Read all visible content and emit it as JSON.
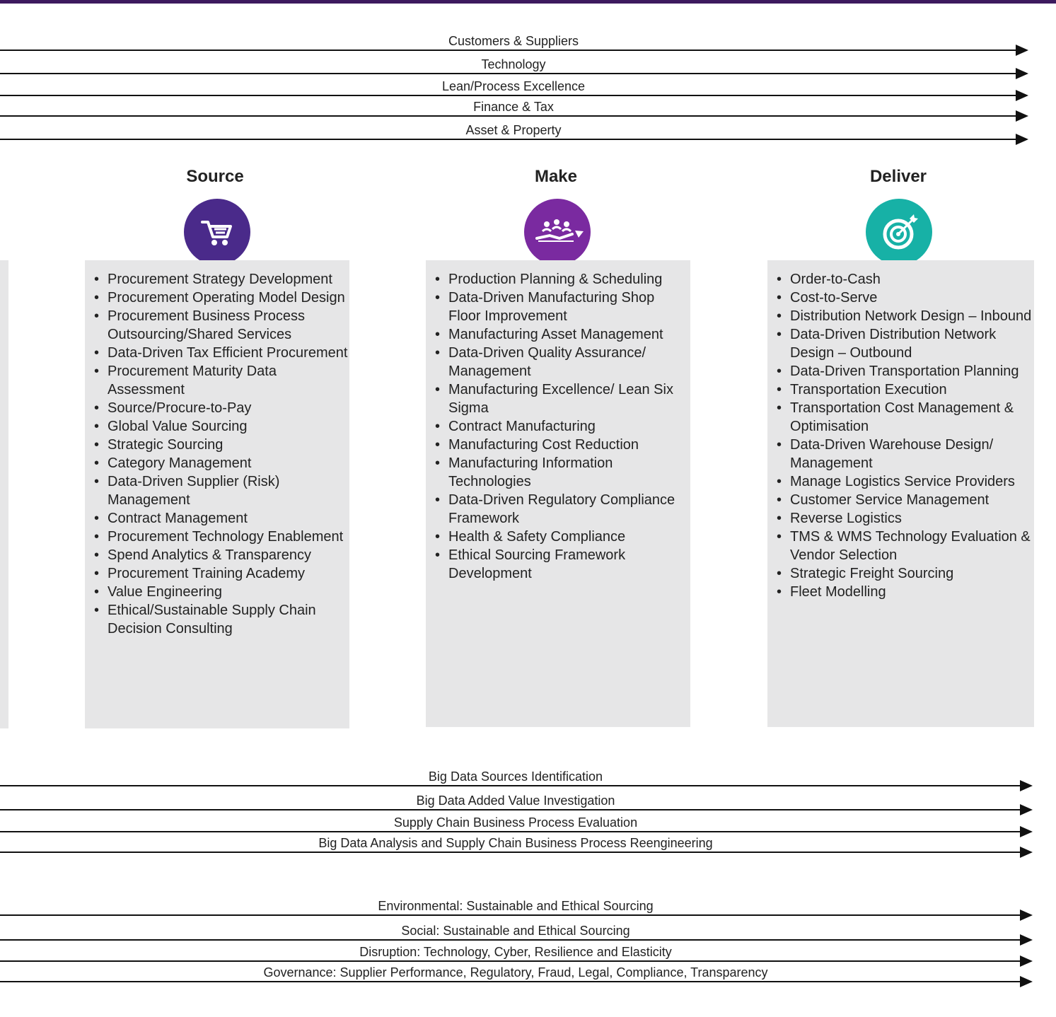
{
  "top_arrows": [
    "Customers & Suppliers",
    "Technology",
    "Lean/Process Excellence",
    "Finance & Tax",
    "Asset & Property"
  ],
  "columns": [
    {
      "title": "Source",
      "icon": "shopping-cart-icon",
      "color": "#4a2a8a",
      "items": [
        "Procurement Strategy Development",
        "Procurement Operating Model Design",
        "Procurement Business Process Outsourcing/Shared Services",
        "Data-Driven Tax Efficient Procurement",
        "Procurement Maturity Data Assessment",
        "Source/Procure-to-Pay",
        "Global Value Sourcing",
        "Strategic Sourcing",
        "Category Management",
        "Data-Driven Supplier (Risk) Management",
        "Contract Management",
        "Procurement Technology Enablement",
        "Spend Analytics & Transparency",
        "Procurement Training Academy",
        "Value Engineering",
        "Ethical/Sustainable Supply Chain Decision Consulting"
      ]
    },
    {
      "title": "Make",
      "icon": "team-growth-icon",
      "color": "#7a2aa0",
      "items": [
        "Production Planning & Scheduling",
        "Data-Driven Manufacturing Shop Floor Improvement",
        "Manufacturing Asset Management",
        "Data-Driven Quality Assurance/ Management",
        "Manufacturing Excellence/ Lean Six Sigma",
        "Contract Manufacturing",
        "Manufacturing Cost Reduction",
        "Manufacturing Information Technologies",
        "Data-Driven Regulatory Compliance Framework",
        "Health & Safety Compliance",
        "Ethical Sourcing Framework Development"
      ]
    },
    {
      "title": "Deliver",
      "icon": "target-icon",
      "color": "#17b1a6",
      "items": [
        "Order-to-Cash",
        "Cost-to-Serve",
        "Distribution Network Design – Inbound",
        "Data-Driven Distribution Network Design – Outbound",
        "Data-Driven Transportation Planning",
        "Transportation Execution",
        "Transportation Cost Management & Optimisation",
        "Data-Driven Warehouse Design/ Management",
        "Manage Logistics Service Providers",
        "Customer Service Management",
        "Reverse Logistics",
        "TMS & WMS Technology Evaluation & Vendor Selection",
        "Strategic Freight Sourcing",
        "Fleet Modelling"
      ]
    }
  ],
  "middle_arrows": [
    "Big Data Sources Identification",
    "Big Data Added Value Investigation",
    "Supply Chain Business Process Evaluation",
    "Big Data Analysis and Supply Chain Business Process Reengineering"
  ],
  "bottom_arrows": [
    "Environmental: Sustainable and Ethical Sourcing",
    "Social: Sustainable and Ethical Sourcing",
    "Disruption: Technology, Cyber, Resilience and Elasticity",
    "Governance: Supplier Performance, Regulatory, Fraud, Legal, Compliance, Transparency"
  ]
}
